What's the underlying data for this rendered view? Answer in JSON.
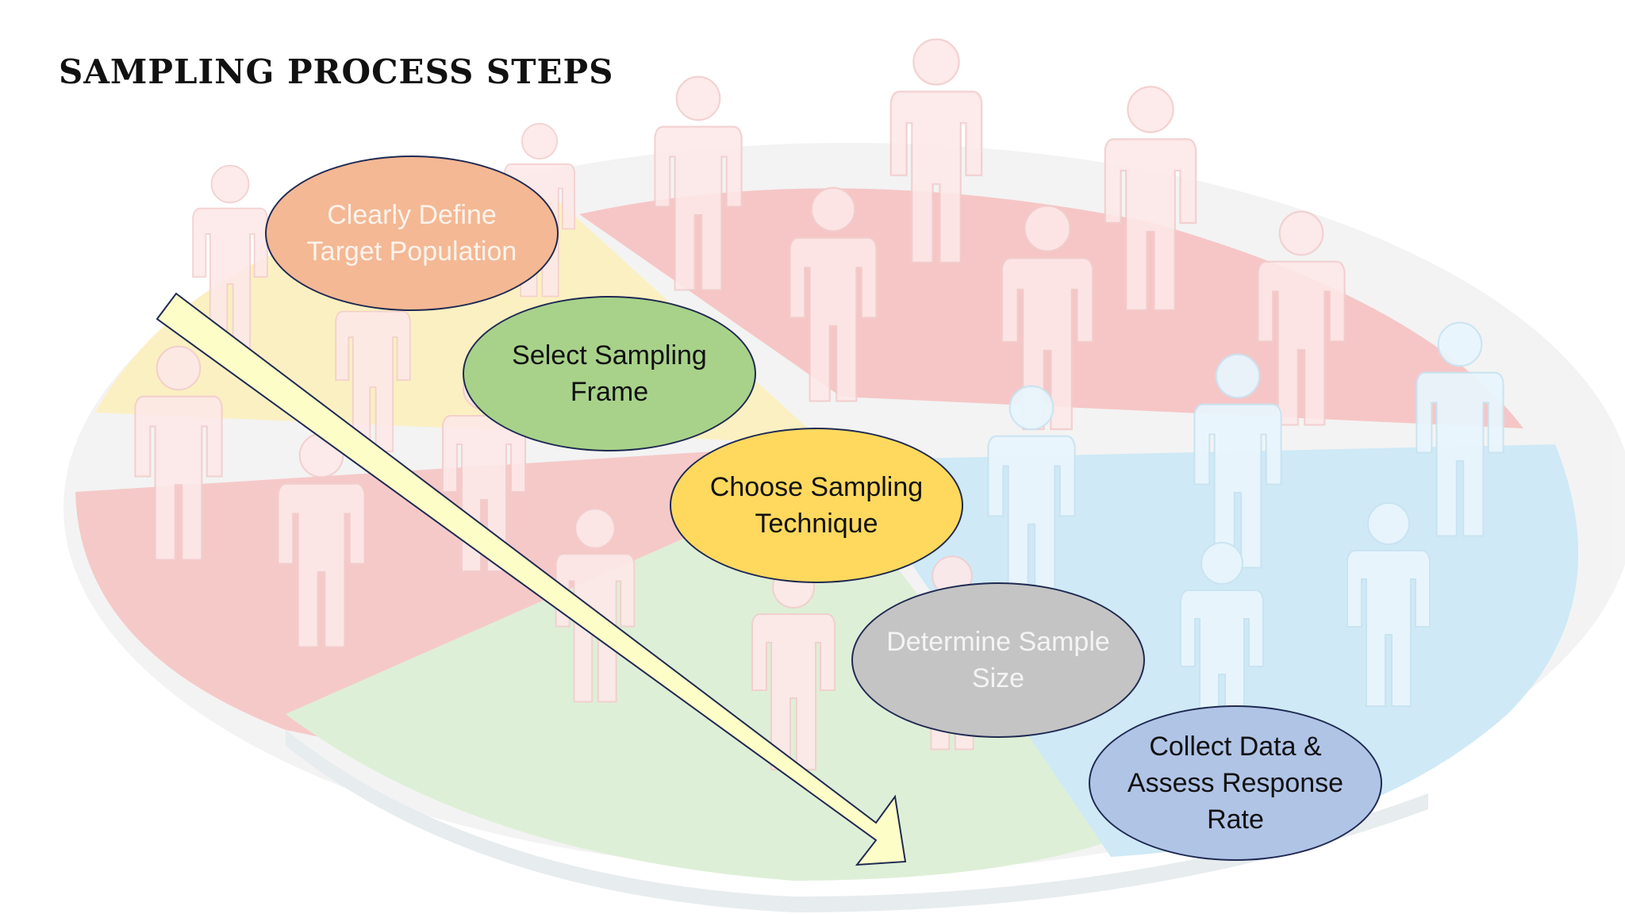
{
  "title": "SAMPLING PROCESS STEPS",
  "steps": [
    {
      "label": "Clearly Define Target Population",
      "fill": "#f4b894",
      "text_color": "#fdf3ec"
    },
    {
      "label": "Select Sampling Frame",
      "fill": "#a8d28a",
      "text_color": "#111111"
    },
    {
      "label": "Choose Sampling Technique",
      "fill": "#ffd95e",
      "text_color": "#111111"
    },
    {
      "label": "Determine Sample Size",
      "fill": "#c4c4c4",
      "text_color": "#f4f4f4"
    },
    {
      "label": "Collect Data & Assess Response Rate",
      "fill": "#b0c4e6",
      "text_color": "#111111"
    }
  ],
  "colors": {
    "arrow_fill": "#fdfdc8",
    "arrow_stroke": "#1f2a52",
    "pie_red": "#f6c7c7",
    "pie_yellow": "#fbf0bf",
    "pie_green": "#ddefd5",
    "pie_blue": "#cde8f6",
    "person_light": "#fde9e9",
    "person_blue": "#e6f4fb"
  },
  "icons": [
    "pie-chart-background",
    "person-icon",
    "down-right-arrow"
  ]
}
